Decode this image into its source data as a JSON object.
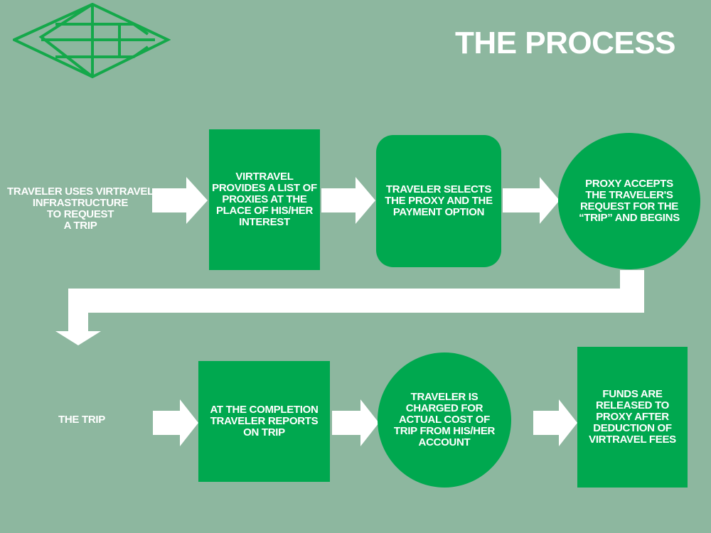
{
  "header": {
    "title": "THE PROCESS"
  },
  "colors": {
    "background": "#8db79f",
    "step_fill": "#00a84f",
    "logo_stroke": "#14a84a",
    "text": "#ffffff"
  },
  "flow": {
    "row1": [
      "TRAVELER USES VIRTRAVEL\nINFRASTRUCTURE\nTO REQUEST\nA TRIP",
      "VIRTRAVEL\nPROVIDES A LIST OF\nPROXIES AT THE\nPLACE OF HIS/HER\nINTEREST",
      "TRAVELER SELECTS\nTHE PROXY AND THE\nPAYMENT OPTION",
      "PROXY ACCEPTS\nTHE TRAVELER'S\nREQUEST FOR THE\n“TRIP” AND BEGINS"
    ],
    "row2": [
      "THE TRIP",
      "AT THE COMPLETION\nTRAVELER REPORTS\nON TRIP",
      "TRAVELER IS\nCHARGED FOR\nACTUAL COST OF\nTRIP FROM HIS/HER\nACCOUNT",
      "FUNDS ARE\nRELEASED TO\nPROXY AFTER\nDEDUCTION OF\nVIRTRAVEL FEES"
    ]
  }
}
